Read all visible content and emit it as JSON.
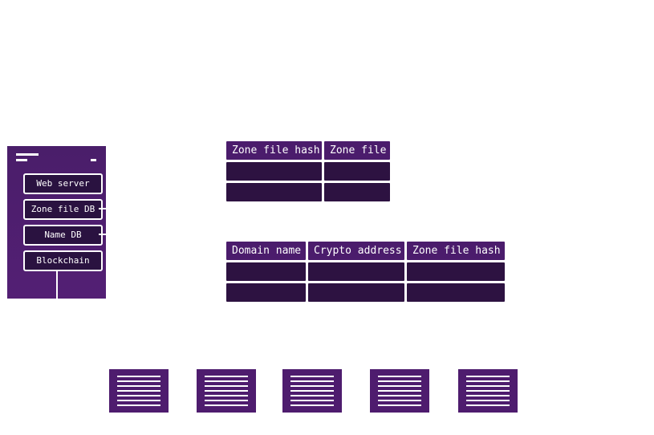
{
  "node": {
    "layers": [
      "Web server",
      "Zone file DB",
      "Name DB",
      "Blockchain"
    ]
  },
  "zone_table": {
    "headers": [
      "Zone file hash",
      "Zone file"
    ]
  },
  "name_table": {
    "headers": [
      "Domain name",
      "Crypto address",
      "Zone file hash"
    ]
  },
  "colors": {
    "header": "#4b1c6c",
    "row": "#2d1241",
    "node": "#531f74"
  }
}
